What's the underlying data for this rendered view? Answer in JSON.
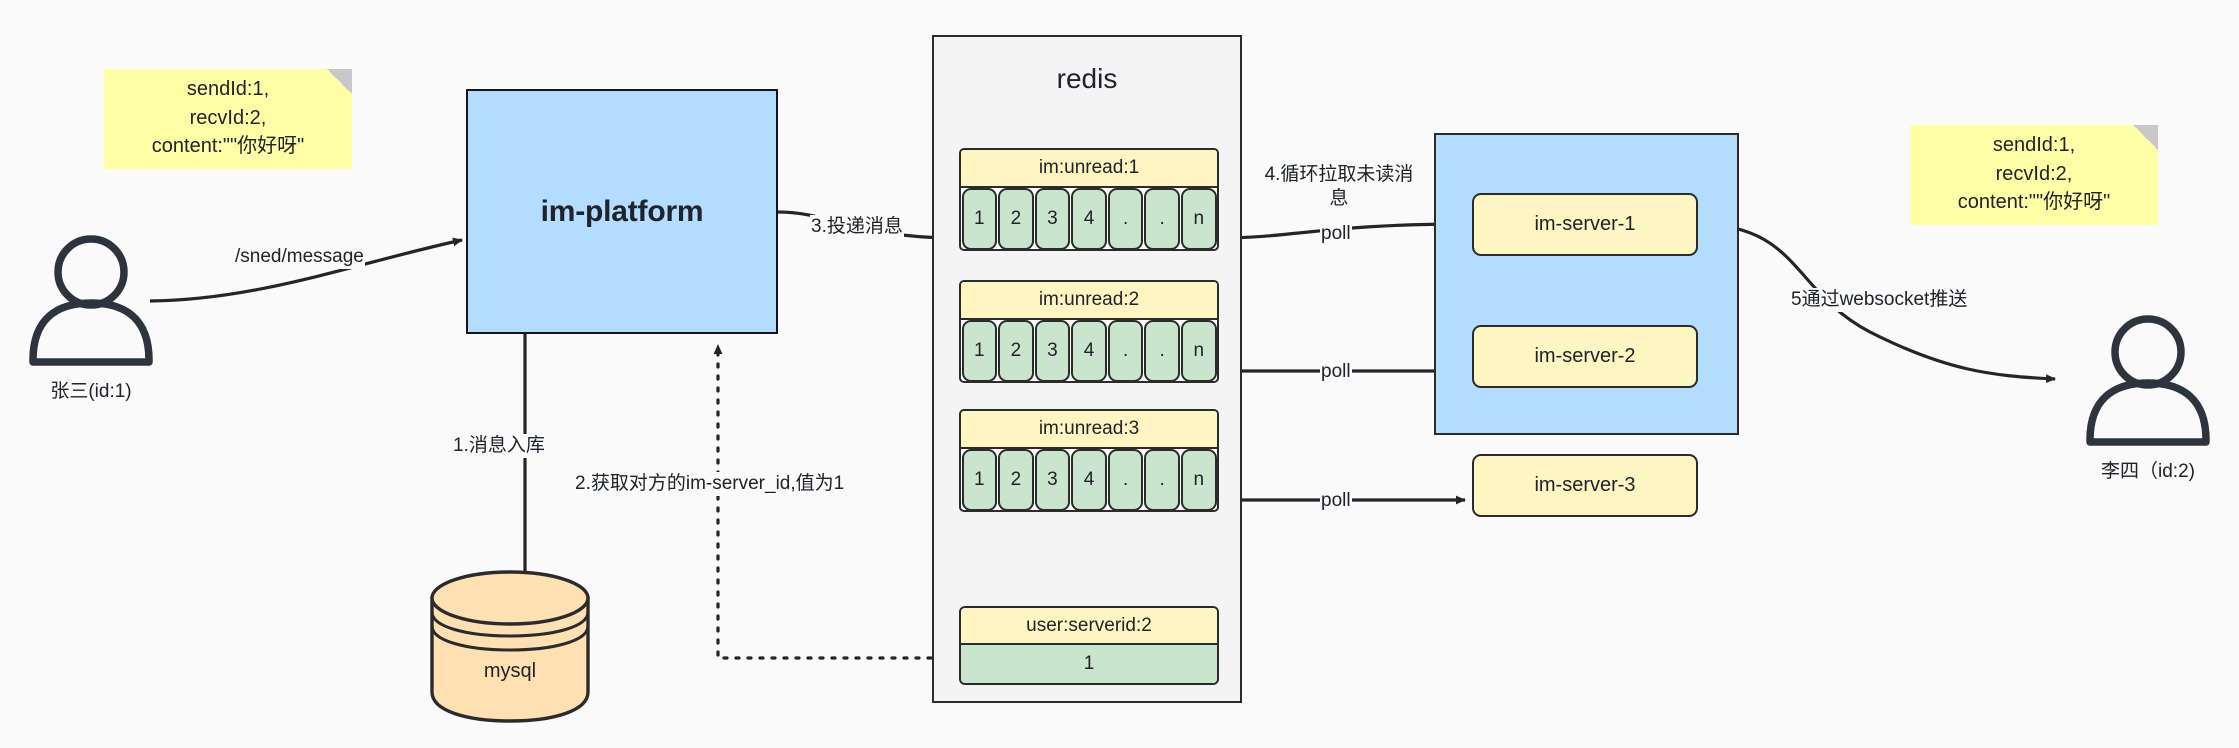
{
  "diagram": {
    "title": "IM message delivery architecture",
    "background": "#fafafa",
    "colors": {
      "sticky": "#ffffa8",
      "platform": "#b3dcff",
      "cluster": "#b3dcff",
      "redis_container": "#f4f4f4",
      "list_key": "#fff5c2",
      "list_cell": "#c9e5cd",
      "server": "#fdf6c3",
      "mysql": "#ffe0b2",
      "stroke": "#2b2b2b"
    }
  },
  "notes": {
    "left": {
      "line1": "sendId:1,",
      "line2": "recvId:2,",
      "line3": "content:\"\"你好呀\""
    },
    "right": {
      "line1": "sendId:1,",
      "line2": "recvId:2,",
      "line3": "content:\"\"你好呀\""
    }
  },
  "actors": {
    "sender": {
      "name": "张三(id:1)",
      "icon": "user-icon"
    },
    "receiver": {
      "name": "李四（id:2)",
      "icon": "user-icon"
    }
  },
  "nodes": {
    "platform": {
      "label": "im-platform"
    },
    "mysql": {
      "label": "mysql"
    },
    "redis": {
      "title": "redis"
    }
  },
  "redis_lists": [
    {
      "key": "im:unread:1",
      "cells": [
        "1",
        "2",
        "3",
        "4",
        ".",
        ".",
        "n"
      ]
    },
    {
      "key": "im:unread:2",
      "cells": [
        "1",
        "2",
        "3",
        "4",
        ".",
        ".",
        "n"
      ]
    },
    {
      "key": "im:unread:3",
      "cells": [
        "1",
        "2",
        "3",
        "4",
        ".",
        ".",
        "n"
      ]
    }
  ],
  "redis_kv": {
    "key": "user:serverid:2",
    "value": "1"
  },
  "servers": [
    {
      "label": "im-server-1"
    },
    {
      "label": "im-server-2"
    },
    {
      "label": "im-server-3"
    }
  ],
  "edges": {
    "send_message": "/sned/message",
    "step1": "1.消息入库",
    "step2": "2.获取对方的im-server_id,值为1",
    "step3": "3.投递消息",
    "step4": "4.循环拉取未读消息",
    "step5": "5通过websocket推送",
    "poll1": "poll",
    "poll2": "poll",
    "poll3": "poll"
  }
}
